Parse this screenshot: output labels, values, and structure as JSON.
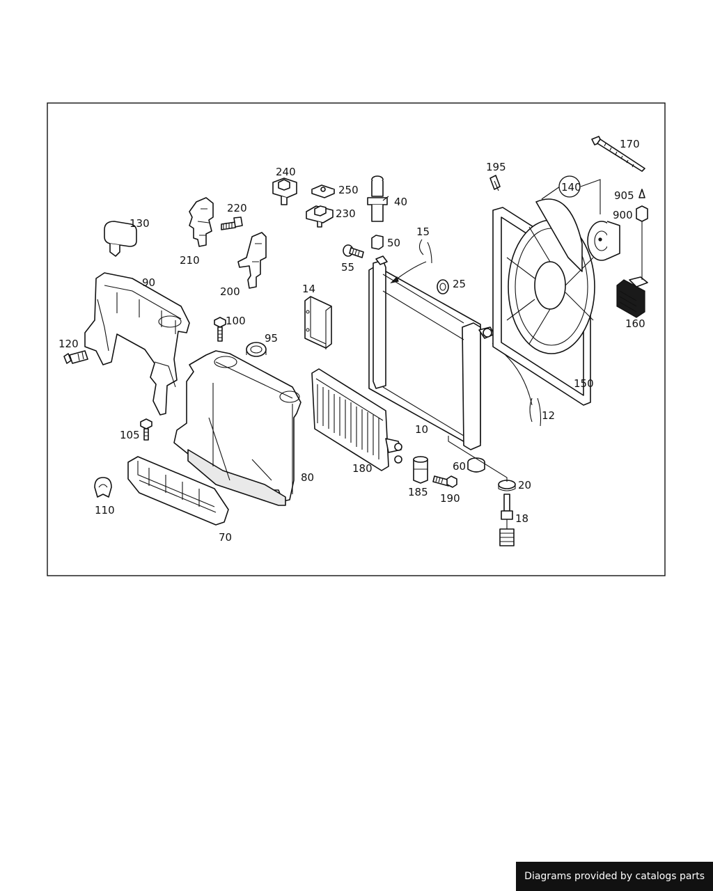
{
  "callouts": {
    "c10": "10",
    "c12": "12",
    "c14": "14",
    "c15": "15",
    "c18": "18",
    "c20": "20",
    "c25": "25",
    "c40": "40",
    "c50": "50",
    "c55": "55",
    "c60": "60",
    "c70": "70",
    "c80": "80",
    "c90": "90",
    "c95": "95",
    "c100": "100",
    "c105": "105",
    "c110": "110",
    "c120": "120",
    "c130": "130",
    "c140": "140",
    "c150": "150",
    "c160": "160",
    "c170": "170",
    "c180": "180",
    "c185": "185",
    "c190": "190",
    "c195": "195",
    "c200": "200",
    "c210": "210",
    "c220": "220",
    "c230": "230",
    "c240": "240",
    "c250": "250",
    "c900": "900",
    "c905": "905"
  },
  "footer": {
    "text": "Diagrams provided by catalogs parts"
  }
}
